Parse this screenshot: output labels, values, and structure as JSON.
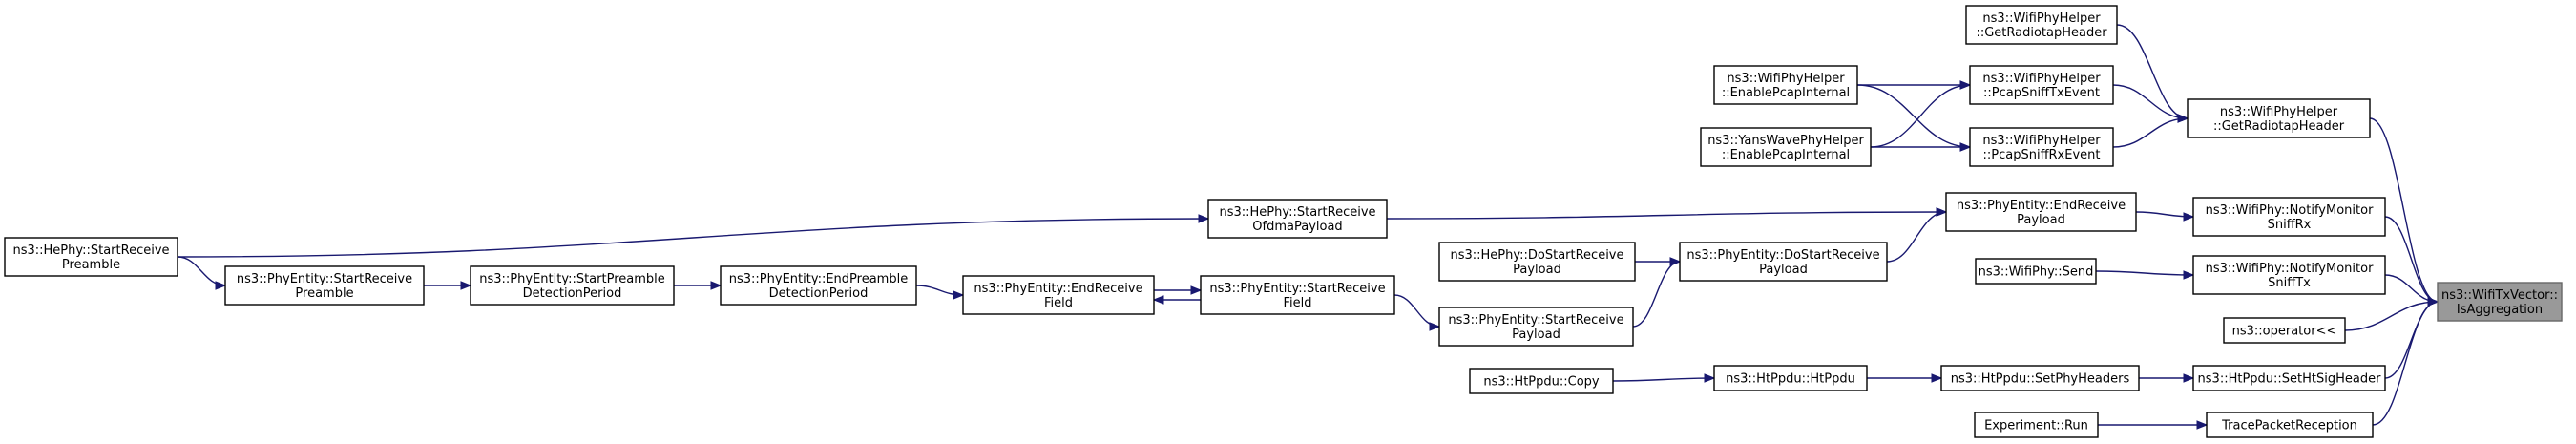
{
  "nodes": [
    {
      "id": "target",
      "lines": [
        "ns3::WifiTxVector::",
        "IsAggregation"
      ],
      "focus": true
    },
    {
      "id": "hephy_srp",
      "lines": [
        "ns3::HePhy::StartReceive",
        "Preamble"
      ]
    },
    {
      "id": "phyentity_srp",
      "lines": [
        "ns3::PhyEntity::StartReceive",
        "Preamble"
      ]
    },
    {
      "id": "phyentity_spdp",
      "lines": [
        "ns3::PhyEntity::StartPreamble",
        "DetectionPeriod"
      ]
    },
    {
      "id": "phyentity_epdp",
      "lines": [
        "ns3::PhyEntity::EndPreamble",
        "DetectionPeriod"
      ]
    },
    {
      "id": "phyentity_erf",
      "lines": [
        "ns3::PhyEntity::EndReceive",
        "Field"
      ]
    },
    {
      "id": "phyentity_srf",
      "lines": [
        "ns3::PhyEntity::StartReceive",
        "Field"
      ]
    },
    {
      "id": "hephy_srop",
      "lines": [
        "ns3::HePhy::StartReceive",
        "OfdmaPayload"
      ]
    },
    {
      "id": "hephy_dsrp",
      "lines": [
        "ns3::HePhy::DoStartReceive",
        "Payload"
      ]
    },
    {
      "id": "phyentity_srpl",
      "lines": [
        "ns3::PhyEntity::StartReceive",
        "Payload"
      ]
    },
    {
      "id": "phyentity_dsrp",
      "lines": [
        "ns3::PhyEntity::DoStartReceive",
        "Payload"
      ]
    },
    {
      "id": "phyentity_erp",
      "lines": [
        "ns3::PhyEntity::EndReceive",
        "Payload"
      ]
    },
    {
      "id": "wifiphy_send",
      "lines": [
        "ns3::WifiPhy::Send"
      ]
    },
    {
      "id": "wifiphy_nmsrx",
      "lines": [
        "ns3::WifiPhy::NotifyMonitor",
        "SniffRx"
      ]
    },
    {
      "id": "wifiphy_nmstx",
      "lines": [
        "ns3::WifiPhy::NotifyMonitor",
        "SniffTx"
      ]
    },
    {
      "id": "operator",
      "lines": [
        "ns3::operator<<"
      ]
    },
    {
      "id": "htppdu_copy",
      "lines": [
        "ns3::HtPpdu::Copy"
      ]
    },
    {
      "id": "htppdu_htppdu",
      "lines": [
        "ns3::HtPpdu::HtPpdu"
      ]
    },
    {
      "id": "htppdu_sph",
      "lines": [
        "ns3::HtPpdu::SetPhyHeaders"
      ]
    },
    {
      "id": "htppdu_shsh",
      "lines": [
        "ns3::HtPpdu::SetHtSigHeader"
      ]
    },
    {
      "id": "exp_run",
      "lines": [
        "Experiment::Run"
      ]
    },
    {
      "id": "tpr",
      "lines": [
        "TracePacketReception"
      ]
    },
    {
      "id": "wph_grh_top",
      "lines": [
        "ns3::WifiPhyHelper",
        "::GetRadiotapHeader"
      ]
    },
    {
      "id": "wph_grh",
      "lines": [
        "ns3::WifiPhyHelper",
        "::GetRadiotapHeader"
      ]
    },
    {
      "id": "wph_epi",
      "lines": [
        "ns3::WifiPhyHelper",
        "::EnablePcapInternal"
      ]
    },
    {
      "id": "ywph_epi",
      "lines": [
        "ns3::YansWavePhyHelper",
        "::EnablePcapInternal"
      ]
    },
    {
      "id": "wph_pstx",
      "lines": [
        "ns3::WifiPhyHelper",
        "::PcapSniffTxEvent"
      ]
    },
    {
      "id": "wph_psrx",
      "lines": [
        "ns3::WifiPhyHelper",
        "::PcapSniffRxEvent"
      ]
    }
  ],
  "edges": [
    {
      "from": "wifiphy_nmsrx",
      "to": "target"
    },
    {
      "from": "wifiphy_nmstx",
      "to": "target"
    },
    {
      "from": "operator",
      "to": "target"
    },
    {
      "from": "htppdu_shsh",
      "to": "target"
    },
    {
      "from": "tpr",
      "to": "target"
    },
    {
      "from": "wph_grh",
      "to": "target"
    },
    {
      "from": "phyentity_erp",
      "to": "wifiphy_nmsrx"
    },
    {
      "from": "wifiphy_send",
      "to": "wifiphy_nmstx"
    },
    {
      "from": "htppdu_sph",
      "to": "htppdu_shsh"
    },
    {
      "from": "exp_run",
      "to": "tpr"
    },
    {
      "from": "wph_grh_top",
      "to": "wph_grh"
    },
    {
      "from": "wph_pstx",
      "to": "wph_grh"
    },
    {
      "from": "wph_psrx",
      "to": "wph_grh"
    },
    {
      "from": "wph_epi",
      "to": "wph_pstx"
    },
    {
      "from": "ywph_epi",
      "to": "wph_pstx"
    },
    {
      "from": "wph_epi",
      "to": "wph_psrx"
    },
    {
      "from": "ywph_epi",
      "to": "wph_psrx"
    },
    {
      "from": "hephy_srop",
      "to": "phyentity_erp"
    },
    {
      "from": "phyentity_dsrp",
      "to": "phyentity_erp"
    },
    {
      "from": "hephy_dsrp",
      "to": "phyentity_dsrp"
    },
    {
      "from": "phyentity_srpl",
      "to": "phyentity_dsrp"
    },
    {
      "from": "phyentity_srf",
      "to": "phyentity_srpl"
    },
    {
      "from": "hephy_srp",
      "to": "hephy_srop"
    },
    {
      "from": "phyentity_erf",
      "to": "phyentity_srf"
    },
    {
      "from": "phyentity_srf",
      "to": "phyentity_erf"
    },
    {
      "from": "phyentity_epdp",
      "to": "phyentity_erf"
    },
    {
      "from": "phyentity_spdp",
      "to": "phyentity_epdp"
    },
    {
      "from": "phyentity_srp",
      "to": "phyentity_spdp"
    },
    {
      "from": "hephy_srp",
      "to": "phyentity_srp"
    },
    {
      "from": "htppdu_copy",
      "to": "htppdu_htppdu"
    },
    {
      "from": "htppdu_htppdu",
      "to": "htppdu_sph"
    }
  ]
}
